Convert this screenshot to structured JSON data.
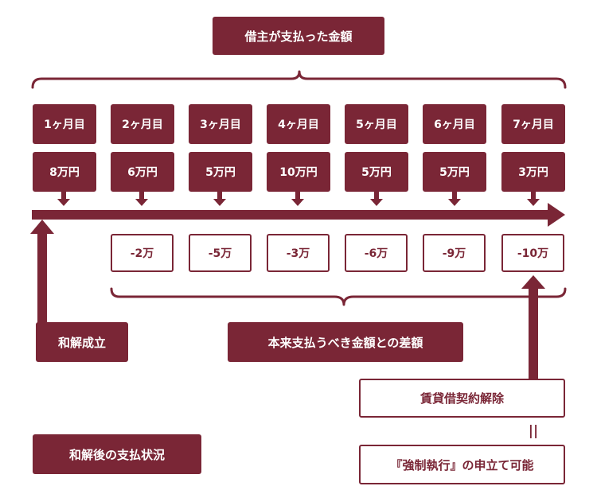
{
  "colors": {
    "accent": "#7a2636",
    "background": "#ffffff"
  },
  "header": {
    "title": "借主が支払った金額"
  },
  "months": [
    {
      "label": "1ヶ月目",
      "paid": "8万円"
    },
    {
      "label": "2ヶ月目",
      "paid": "6万円"
    },
    {
      "label": "3ヶ月目",
      "paid": "5万円"
    },
    {
      "label": "4ヶ月目",
      "paid": "10万円"
    },
    {
      "label": "5ヶ月目",
      "paid": "5万円"
    },
    {
      "label": "6ヶ月目",
      "paid": "5万円"
    },
    {
      "label": "7ヶ月目",
      "paid": "3万円"
    }
  ],
  "differences": [
    "-2万",
    "-5万",
    "-3万",
    "-6万",
    "-9万",
    "-10万"
  ],
  "labels": {
    "settlement": "和解成立",
    "difference_caption": "本来支払うべき金額との差額",
    "lease_termination": "賃貸借契約解除",
    "equals": "||",
    "enforcement": "『強制執行』の申立て可能",
    "caption": "和解後の支払状況"
  }
}
